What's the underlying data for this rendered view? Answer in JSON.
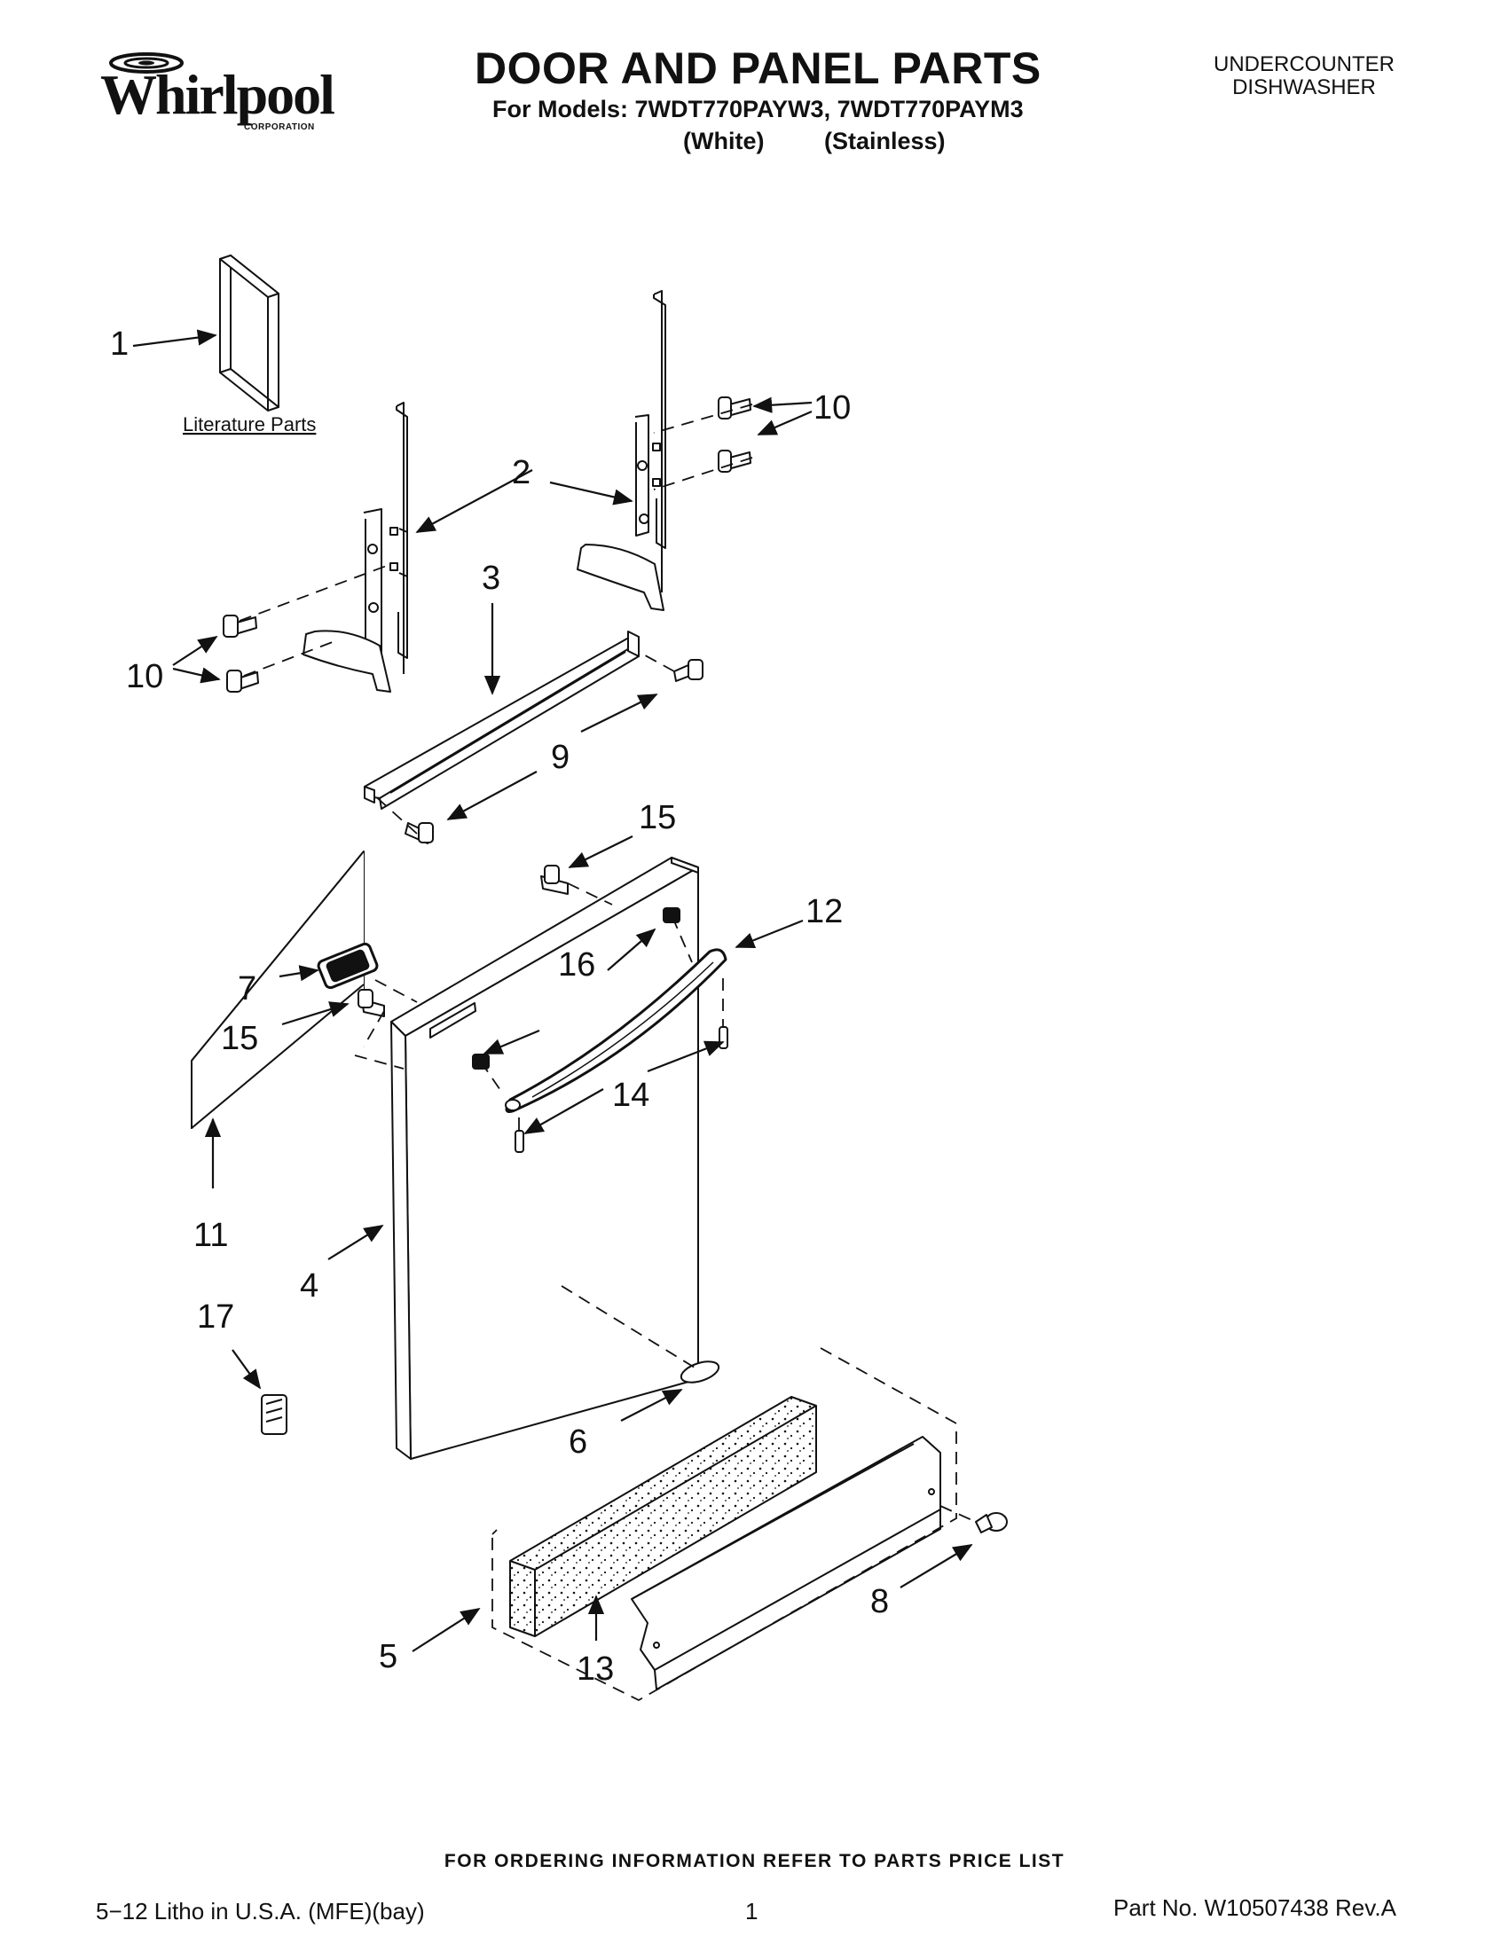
{
  "brand": {
    "name": "Whirlpool",
    "subtitle": "CORPORATION"
  },
  "header": {
    "title": "DOOR AND PANEL PARTS",
    "models": "For Models: 7WDT770PAYW3, 7WDT770PAYM3",
    "variant_white": "(White)",
    "variant_stainless": "(Stainless)",
    "category_line1": "UNDERCOUNTER",
    "category_line2": "DISHWASHER"
  },
  "diagram": {
    "literature_label": "Literature Parts",
    "callouts": {
      "c1": "1",
      "c2": "2",
      "c3": "3",
      "c4": "4",
      "c5": "5",
      "c6": "6",
      "c7": "7",
      "c8": "8",
      "c9": "9",
      "c10a": "10",
      "c10b": "10",
      "c11": "11",
      "c12": "12",
      "c13": "13",
      "c14": "14",
      "c15a": "15",
      "c15b": "15",
      "c16": "16",
      "c17": "17"
    }
  },
  "footer": {
    "ordering_note": "FOR ORDERING INFORMATION REFER TO PARTS PRICE LIST",
    "litho": "5−12 Litho in U.S.A. (MFE)(bay)",
    "page": "1",
    "part_no": "Part No. W10507438 Rev.A"
  }
}
